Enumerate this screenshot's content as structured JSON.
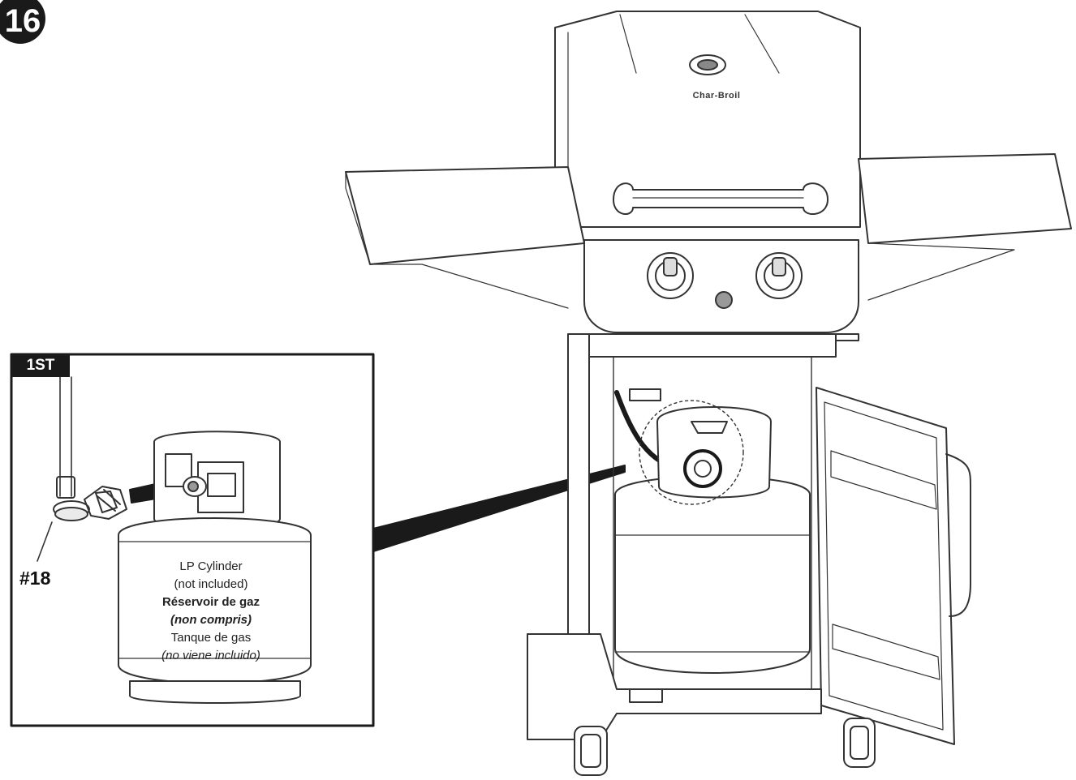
{
  "step": {
    "number": "16"
  },
  "inset": {
    "tag": "1ST",
    "part_label": "#18",
    "cylinder_lines": [
      "LP Cylinder",
      "(not included)",
      "Réservoir de gaz",
      "(non compris)",
      "Tanque de gas",
      "(no viene incluido)"
    ]
  },
  "grill": {
    "brand": "Char-Broil"
  },
  "icons": {
    "badge": "step-number-badge",
    "arrow": "connect-arrow-icon",
    "callout": "callout-pointer-icon"
  },
  "colors": {
    "ink": "#1a1a1a",
    "line": "#333333",
    "paper": "#ffffff"
  }
}
